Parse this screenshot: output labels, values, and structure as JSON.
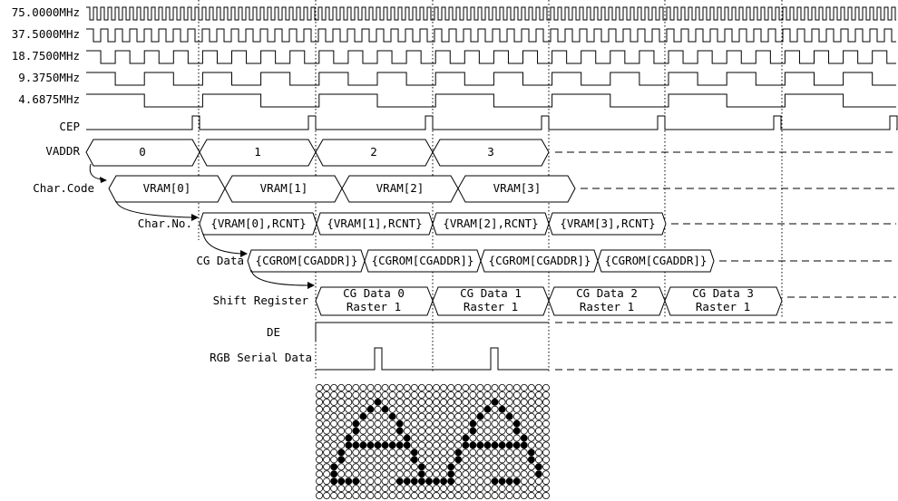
{
  "signals": {
    "clk75": "75.0000MHz",
    "clk37": "37.5000MHz",
    "clk18": "18.7500MHz",
    "clk9": "9.3750MHz",
    "clk4": "4.6875MHz",
    "cep": "CEP",
    "vaddr": "VADDR",
    "char_code": "Char.Code",
    "char_no": "Char.No.",
    "cg_data": "CG Data",
    "shift_register": "Shift Register",
    "de": "DE",
    "rgb": "RGB Serial Data"
  },
  "vaddr_values": [
    "0",
    "1",
    "2",
    "3"
  ],
  "char_code_values": [
    "VRAM[0]",
    "VRAM[1]",
    "VRAM[2]",
    "VRAM[3]"
  ],
  "char_no_values": [
    "{VRAM[0],RCNT}",
    "{VRAM[1],RCNT}",
    "{VRAM[2],RCNT}",
    "{VRAM[3],RCNT}"
  ],
  "cg_data_values": [
    "{CGROM[CGADDR]}",
    "{CGROM[CGADDR]}",
    "{CGROM[CGADDR]}",
    "{CGROM[CGADDR]}"
  ],
  "shift_register_values": [
    {
      "line1": "CG Data 0",
      "line2": "Raster 1"
    },
    {
      "line1": "CG Data 1",
      "line2": "Raster 1"
    },
    {
      "line1": "CG Data 2",
      "line2": "Raster 1"
    },
    {
      "line1": "CG Data 3",
      "line2": "Raster 1"
    }
  ],
  "pixel_matrix": {
    "rows": 16,
    "cols": 32,
    "filled": [
      "................................",
      "................................",
      "........#...............#.......",
      ".......#.#.............#.#......",
      "......#...#...........#...#.....",
      ".....#.....#.........#.....#....",
      ".....#.....#.........#.....#....",
      "....#.......#.......#.......#...",
      "....#########.......#########...",
      "...#.........#.....#.........#..",
      "...#.........#.....#.........#..",
      "..#...........#...#...........#.",
      "..#...........#...#...........#.",
      "..####.....########.....####....",
      "................................",
      "................................"
    ]
  }
}
